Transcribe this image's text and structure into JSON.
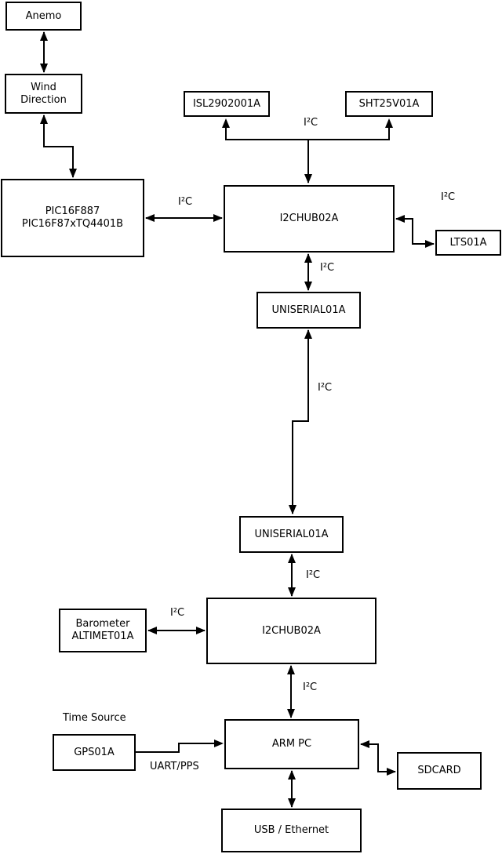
{
  "diagram_type": "block-diagram",
  "nodes": {
    "anemo": {
      "label": "Anemo"
    },
    "wind": {
      "label": "Wind\nDirection"
    },
    "pic": {
      "label": "PIC16F887\nPIC16F87xTQ4401B"
    },
    "isl": {
      "label": "ISL2902001A"
    },
    "sht": {
      "label": "SHT25V01A"
    },
    "hub1": {
      "label": "I2CHUB02A"
    },
    "lts": {
      "label": "LTS01A"
    },
    "uniserial1": {
      "label": "UNISERIAL01A"
    },
    "uniserial2": {
      "label": "UNISERIAL01A"
    },
    "hub2": {
      "label": "I2CHUB02A"
    },
    "barometer": {
      "label": "Barometer\nALTIMET01A"
    },
    "armpc": {
      "label": "ARM PC"
    },
    "gps": {
      "label": "GPS01A"
    },
    "sdcard": {
      "label": "SDCARD"
    },
    "usb": {
      "label": "USB / Ethernet"
    }
  },
  "labels": {
    "i2c": "I²C",
    "uart_pps": "UART/PPS",
    "time_source": "Time Source"
  },
  "edges": [
    {
      "from": "Anemo",
      "to": "Wind Direction",
      "bidirectional": true,
      "label": ""
    },
    {
      "from": "Wind Direction",
      "to": "PIC16F887 PIC16F87xTQ4401B",
      "bidirectional": true,
      "label": ""
    },
    {
      "from": "PIC16F887 PIC16F87xTQ4401B",
      "to": "I2CHUB02A (upper)",
      "bidirectional": true,
      "label": "I²C"
    },
    {
      "from": "I2CHUB02A (upper)",
      "to": "ISL2902001A",
      "bidirectional": false,
      "label": "I²C"
    },
    {
      "from": "I2CHUB02A (upper)",
      "to": "SHT25V01A",
      "bidirectional": false,
      "label": "I²C"
    },
    {
      "from": "I2CHUB02A (upper)",
      "to": "LTS01A",
      "bidirectional": true,
      "label": "I²C"
    },
    {
      "from": "I2CHUB02A (upper)",
      "to": "UNISERIAL01A (upper)",
      "bidirectional": true,
      "label": "I²C"
    },
    {
      "from": "UNISERIAL01A (upper)",
      "to": "UNISERIAL01A (lower)",
      "bidirectional": true,
      "label": "I²C"
    },
    {
      "from": "UNISERIAL01A (lower)",
      "to": "I2CHUB02A (lower)",
      "bidirectional": true,
      "label": "I²C"
    },
    {
      "from": "Barometer ALTIMET01A",
      "to": "I2CHUB02A (lower)",
      "bidirectional": true,
      "label": "I²C"
    },
    {
      "from": "I2CHUB02A (lower)",
      "to": "ARM PC",
      "bidirectional": true,
      "label": "I²C"
    },
    {
      "from": "GPS01A",
      "to": "ARM PC",
      "bidirectional": false,
      "label": "UART/PPS"
    },
    {
      "from": "ARM PC",
      "to": "SDCARD",
      "bidirectional": true,
      "label": ""
    },
    {
      "from": "ARM PC",
      "to": "USB / Ethernet",
      "bidirectional": true,
      "label": ""
    }
  ],
  "colors": {
    "line": "#000000",
    "box_fill": "#ffffff",
    "background": "#ffffff"
  }
}
